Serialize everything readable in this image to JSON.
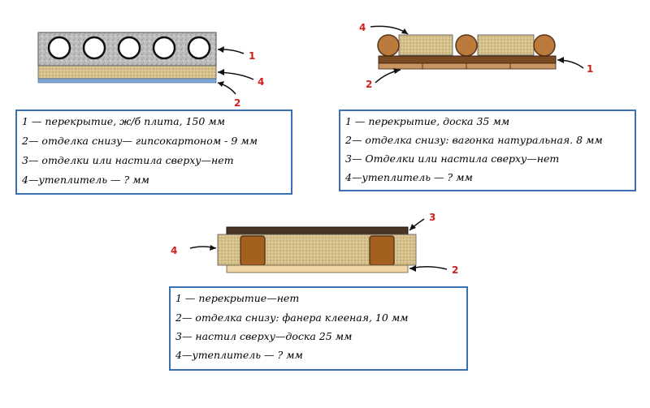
{
  "diagrams": [
    {
      "id": "slab",
      "callouts": [
        "1",
        "4",
        "2"
      ],
      "legend": [
        "1 — перекрытие, ж/б плита, 150 мм",
        "2— отделка снизу— гипсокартоном - 9 мм",
        "3— отделки или настила сверху—нет",
        "4—утеплитель — ? мм"
      ]
    },
    {
      "id": "planks",
      "callouts": [
        "4",
        "1",
        "2"
      ],
      "legend": [
        "1 — перекрытие, доска 35 мм",
        "2— отделка снизу: вагонка натуральная. 8 мм",
        "3— Отделки или настила сверху—нет",
        "4—утеплитель — ? мм"
      ]
    },
    {
      "id": "frame",
      "callouts": [
        "3",
        "4",
        "2"
      ],
      "legend": [
        "1 — перекрытие—нет",
        "2— отделка снизу: фанера клееная, 10 мм",
        "3— настил сверху—доска 25 мм",
        "4—утеплитель — ? мм"
      ]
    }
  ],
  "colors": {
    "callout": "#d02020",
    "legend_border": "#3a6fb4",
    "concrete": "#b9b9b9",
    "insulation": "#d8c490",
    "gypsum": "#7fa8d8",
    "wood": "#8a5a2e",
    "dark_board": "#4a3424"
  }
}
